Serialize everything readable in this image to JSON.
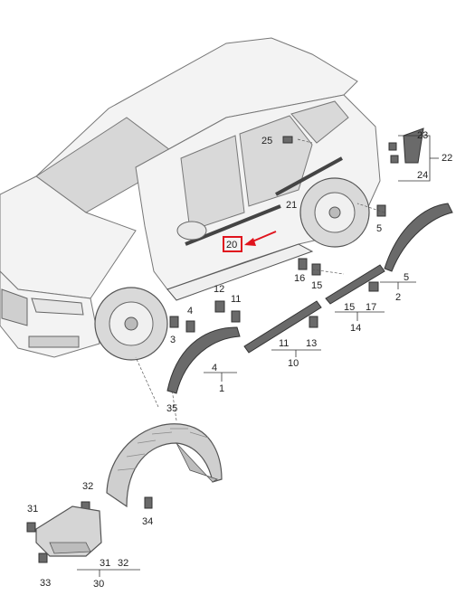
{
  "diagram": {
    "highlight_color": "#e0141e",
    "highlighted_label": "20",
    "labels": [
      {
        "id": "25",
        "text": "25"
      },
      {
        "id": "23",
        "text": "23"
      },
      {
        "id": "22",
        "text": "22"
      },
      {
        "id": "24",
        "text": "24"
      },
      {
        "id": "21",
        "text": "21"
      },
      {
        "id": "5a",
        "text": "5"
      },
      {
        "id": "20",
        "text": "20"
      },
      {
        "id": "16",
        "text": "16"
      },
      {
        "id": "15a",
        "text": "15"
      },
      {
        "id": "5b",
        "text": "5"
      },
      {
        "id": "2",
        "text": "2"
      },
      {
        "id": "12",
        "text": "12"
      },
      {
        "id": "11a",
        "text": "11"
      },
      {
        "id": "15b",
        "text": "15"
      },
      {
        "id": "17",
        "text": "17"
      },
      {
        "id": "14",
        "text": "14"
      },
      {
        "id": "4a",
        "text": "4"
      },
      {
        "id": "3",
        "text": "3"
      },
      {
        "id": "13",
        "text": "13"
      },
      {
        "id": "11b",
        "text": "11"
      },
      {
        "id": "10",
        "text": "10"
      },
      {
        "id": "4b",
        "text": "4"
      },
      {
        "id": "1",
        "text": "1"
      },
      {
        "id": "35",
        "text": "35"
      },
      {
        "id": "32a",
        "text": "32"
      },
      {
        "id": "31a",
        "text": "31"
      },
      {
        "id": "34",
        "text": "34"
      },
      {
        "id": "31b",
        "text": "31"
      },
      {
        "id": "32b",
        "text": "32"
      },
      {
        "id": "33",
        "text": "33"
      },
      {
        "id": "30",
        "text": "30"
      }
    ]
  }
}
